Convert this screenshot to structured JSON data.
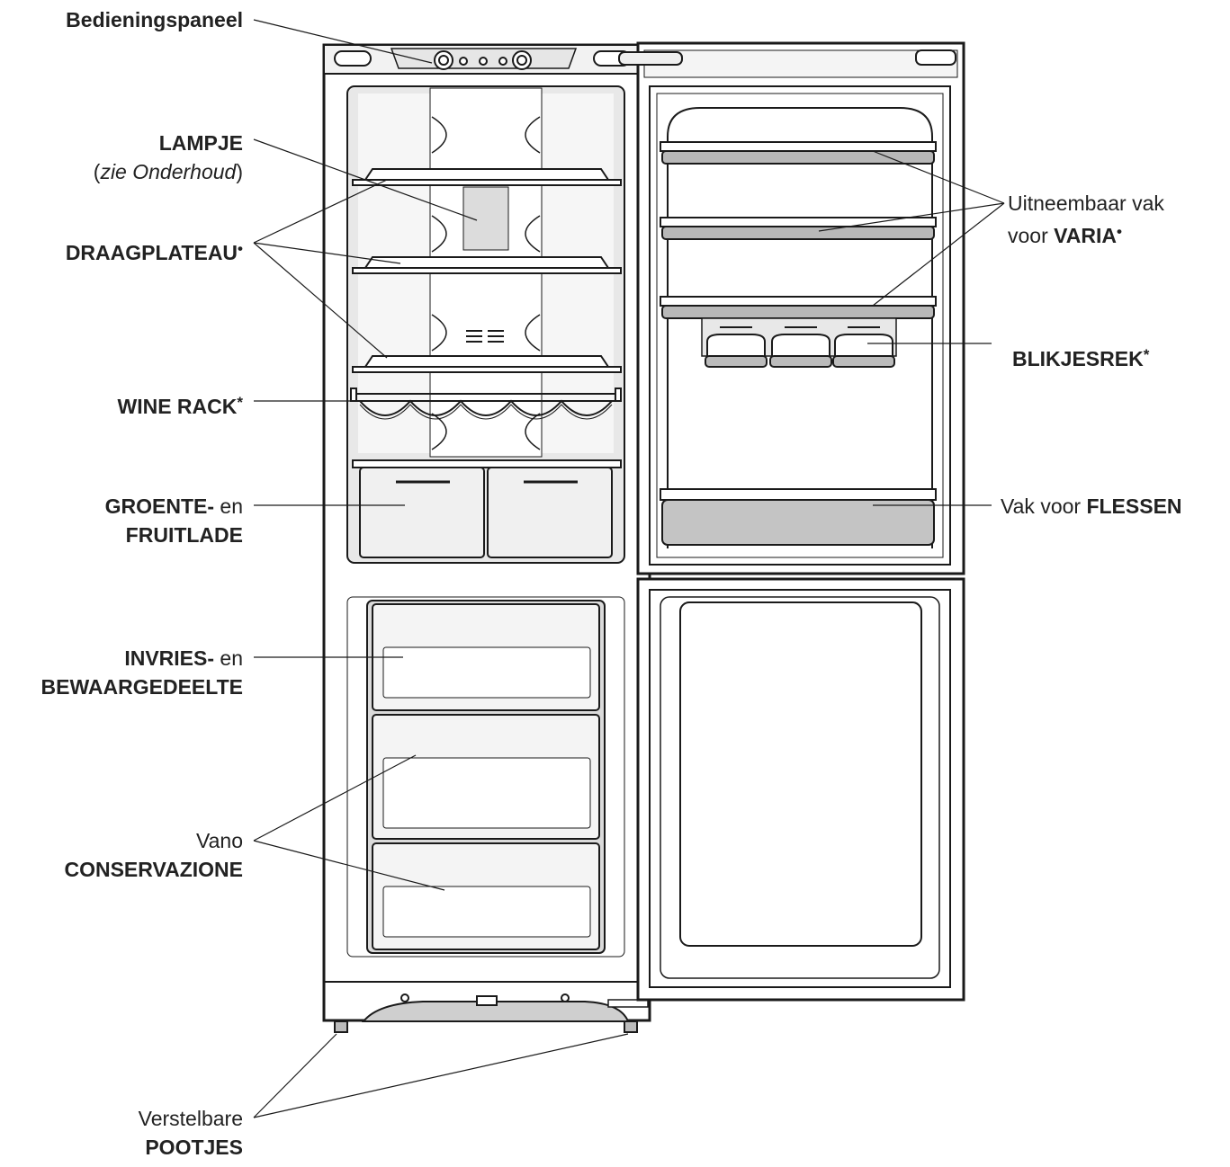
{
  "labels": {
    "control_panel": "Bedieningspaneel",
    "lamp": "LAMPJE",
    "lamp_note_open": "(",
    "lamp_note": "zie Onderhoud",
    "lamp_note_close": ")",
    "shelf": "DRAAGPLATEAU",
    "shelf_mark": "•",
    "wine_rack": "WINE RACK",
    "wine_mark": "*",
    "crisper_1": "GROENTE-",
    "crisper_en": " en",
    "crisper_2": "FRUITLADE",
    "freezer_1": "INVRIES-",
    "freezer_en": " en",
    "freezer_2": "BEWAARGEDEELTE",
    "conservation_1": "Vano",
    "conservation_2": "CONSERVAZIONE",
    "feet_1": "Verstelbare",
    "feet_2": "POOTJES",
    "door_tray_1": "Uitneembaar vak",
    "door_tray_2a": "voor ",
    "door_tray_2b": "VARIA",
    "door_tray_mark": "•",
    "can_rack": "BLIKJESREK",
    "can_mark": "*",
    "bottle_a": "Vak voor ",
    "bottle_b": "FLESSEN"
  },
  "colors": {
    "outline": "#1a1a1a",
    "shadow": "#c8c8c8",
    "panel": "#ececec",
    "tray": "#b8b8b8"
  }
}
